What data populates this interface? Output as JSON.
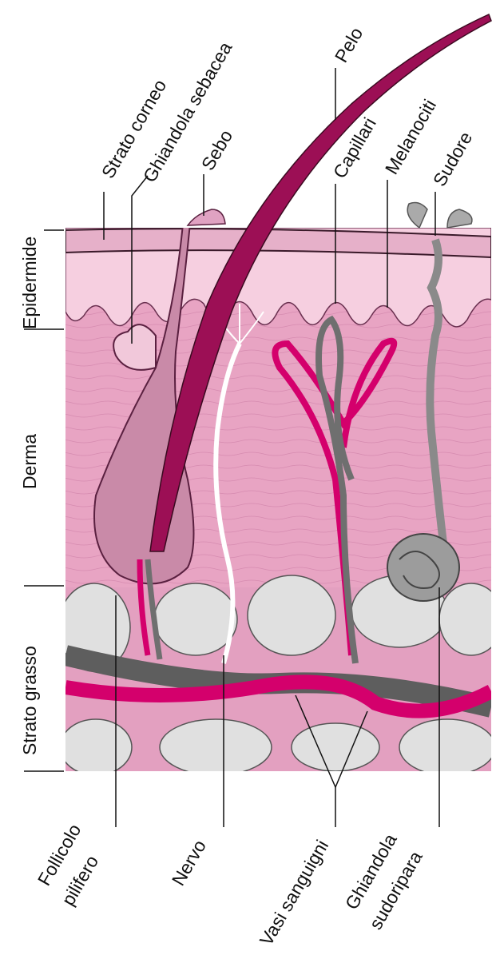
{
  "labels": {
    "pelo": "Pelo",
    "ghiandola_sebacea": "Ghiandola sebacea",
    "strato_corneo": "Strato corneo",
    "sebo": "Sebo",
    "capillari": "Capillari",
    "melanociti": "Melanociti",
    "sudore": "Sudore",
    "epidermide": "Epidermide",
    "derma": "Derma",
    "strato_grasso": "Strato grasso",
    "follicolo_1": "Follicolo",
    "follicolo_2": "pilifero",
    "nervo": "Nervo",
    "vasi_sanguigni": "Vasi sanguigni",
    "ghiandola_sudoripara_1": "Ghiandola",
    "ghiandola_sudoripara_2": "sudoripara"
  },
  "colors": {
    "epidermis": "#f6cfe0",
    "dermis": "#e8a4c3",
    "fat": "#dedede",
    "artery": "#d4006c",
    "vein": "#6f6f6f",
    "hair": "#9c0f55",
    "follicle": "#c98aa8"
  }
}
